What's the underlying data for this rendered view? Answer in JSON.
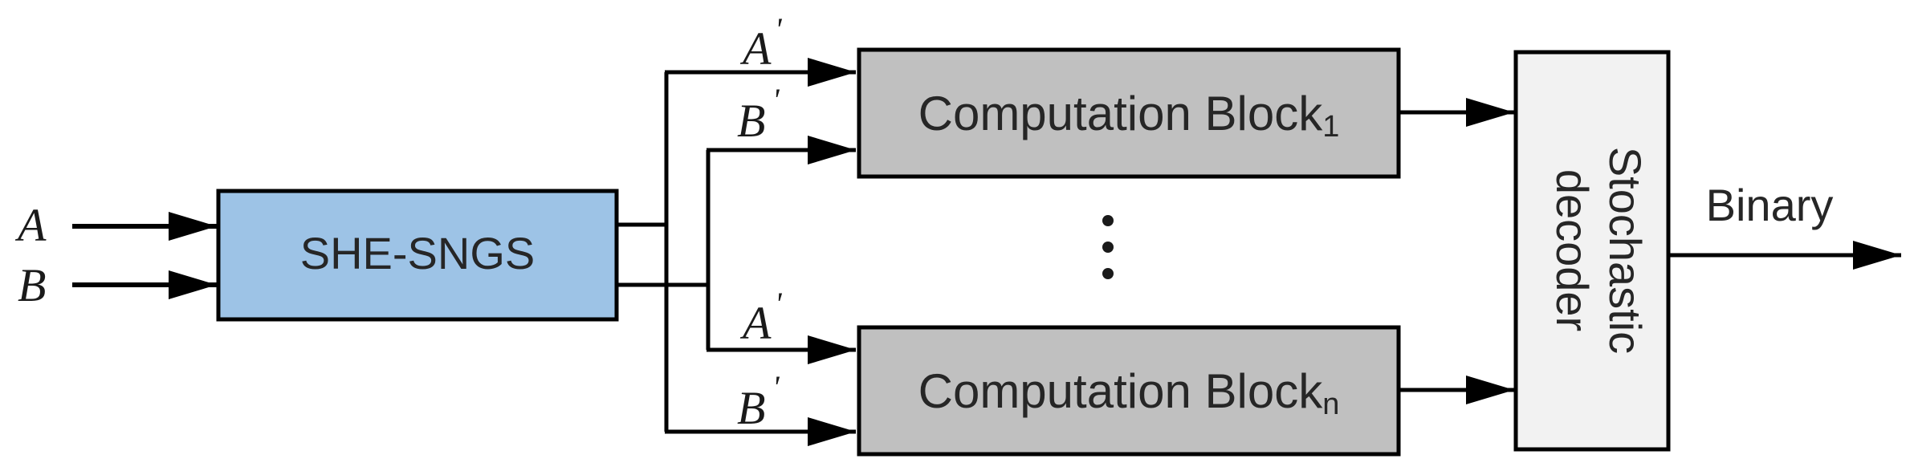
{
  "diagram": {
    "inputs": {
      "a": "A",
      "b": "B"
    },
    "generator": {
      "label": "SHE-SNGS",
      "fill": "#9DC3E6"
    },
    "branch_labels": {
      "top_a": "A",
      "top_b": "B",
      "bottom_a": "A",
      "bottom_b": "B",
      "prime": "'"
    },
    "blocks": [
      {
        "base": "Computation Block",
        "sub": "1"
      },
      {
        "base": "Computation Block",
        "sub": "n"
      }
    ],
    "block_fill": "#C0C0C0",
    "ellipsis": "⋮",
    "decoder": {
      "line1": "Stochastic",
      "line2": "decoder",
      "fill": "#F2F2F2"
    },
    "output": {
      "label": "Binary"
    }
  }
}
